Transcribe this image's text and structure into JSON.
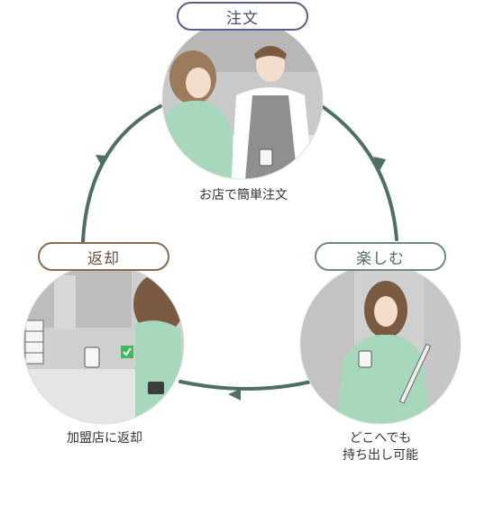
{
  "steps": {
    "order": {
      "label": "注文",
      "caption": "お店で簡単注文"
    },
    "enjoy": {
      "label": "楽しむ",
      "caption_lines": [
        "どこへでも",
        "持ち出し可能"
      ]
    },
    "return": {
      "label": "返却",
      "caption": "加盟店に返却"
    }
  },
  "colors": {
    "arrow": "#4f6f62",
    "order_accent": "#565f8c",
    "enjoy_accent": "#6f8a7c",
    "return_accent": "#8a6a50",
    "shirt_green": "#a8d8bc"
  },
  "icons": [
    "cycle-arrow-icon",
    "check-icon",
    "cup-icon",
    "phone-icon"
  ]
}
